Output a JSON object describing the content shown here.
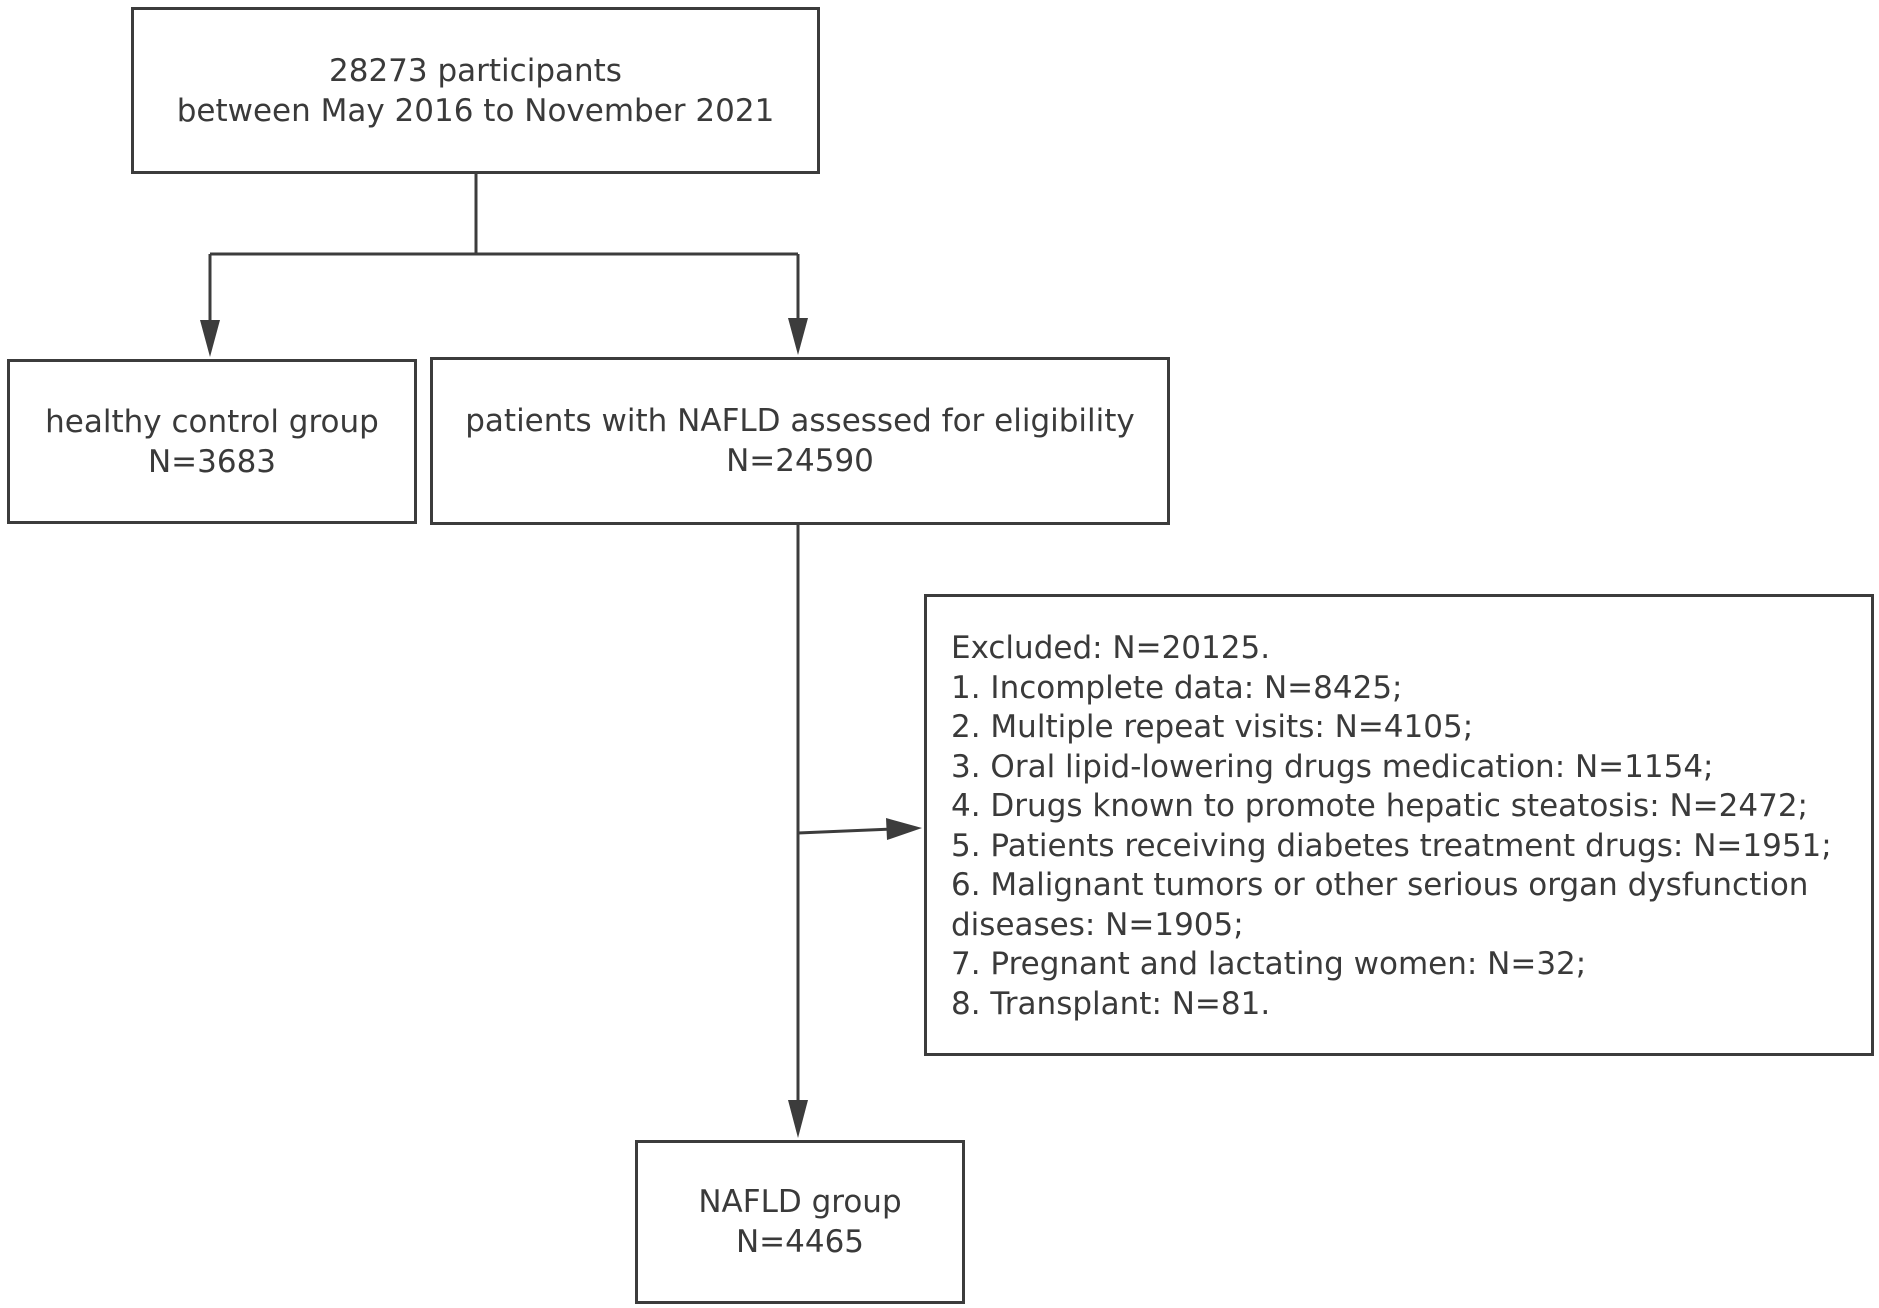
{
  "diagram": {
    "start": {
      "line1": "28273 participants",
      "line2": "between May 2016 to November 2021"
    },
    "healthy": {
      "line1": "healthy control group",
      "line2": "N=3683"
    },
    "assessed": {
      "line1": "patients with NAFLD assessed for eligibility",
      "line2": "N=24590"
    },
    "excluded": {
      "lines": [
        "Excluded: N=20125.",
        "1. Incomplete data: N=8425;",
        "2. Multiple repeat visits: N=4105;",
        "3. Oral lipid-lowering drugs medication: N=1154;",
        "4. Drugs known to promote hepatic steatosis: N=2472;",
        "5. Patients receiving diabetes treatment drugs: N=1951;",
        "6. Malignant tumors or other serious organ dysfunction",
        "diseases: N=1905;",
        "7. Pregnant and lactating women: N=32;",
        "8. Transplant: N=81."
      ]
    },
    "final": {
      "line1": "NAFLD group",
      "line2": "N=4465"
    }
  }
}
